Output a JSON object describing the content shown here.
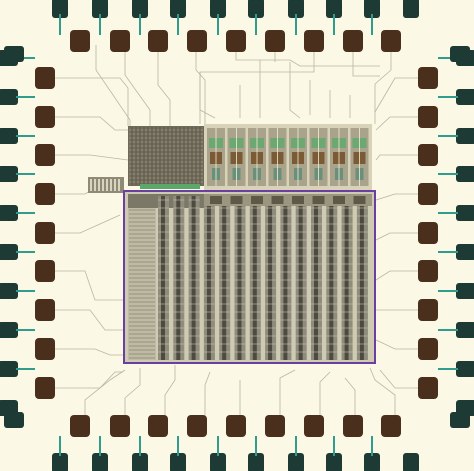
{
  "colors": {
    "background": "#fbf8e6",
    "pad_outer": "#1e3a34",
    "pad_inner": "#4a2f1c",
    "pad_ring": "#f4e9c4",
    "bond_wire": "#2f9c8e",
    "routing": "#b9b6a2",
    "core_fill": "#8f8c7e",
    "core_column": "#4d4a40",
    "core_light": "#cfcab2",
    "highlight_box": "#6b3fa0",
    "cell_green": "#5aa86a",
    "cell_brown": "#7b5b36"
  },
  "layout": {
    "top_pads": 10,
    "bottom_pads": 10,
    "left_pads": 9,
    "right_pads": 9
  },
  "regions": {
    "memory_array_columns": 8,
    "logic_cells": 8,
    "core_columns": 14
  }
}
